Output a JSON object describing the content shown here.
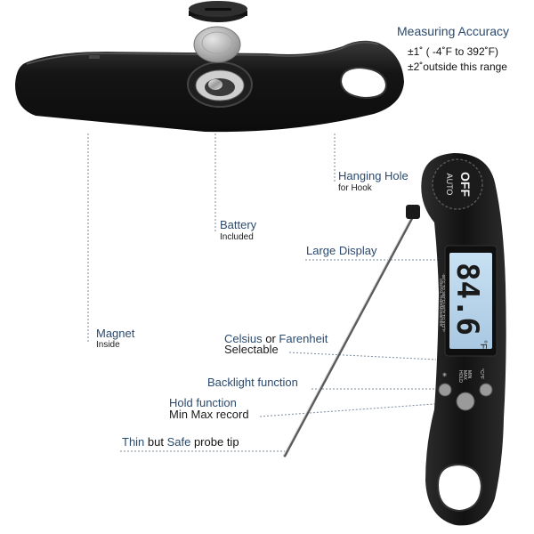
{
  "accuracy": {
    "title": "Measuring Accuracy",
    "line1": "±1˚ ( -4˚F to 392˚F)",
    "line2": "±2˚outside this range"
  },
  "callouts": {
    "hanging_hole": {
      "title": "Hanging Hole",
      "sub": "for Hook"
    },
    "battery": {
      "title": "Battery",
      "sub": "Included"
    },
    "large_display": {
      "title": "Large Display"
    },
    "magnet": {
      "title": "Magnet",
      "sub": "Inside"
    },
    "celsius": {
      "part1": "Celsius",
      "part2": " or ",
      "part3": "Farenheit",
      "sub": "Selectable"
    },
    "backlight": {
      "title": "Backlight function"
    },
    "hold": {
      "title": "Hold function",
      "sub": "Min Max record"
    },
    "probe": {
      "part1": "Thin",
      "part2": " but ",
      "part3": "Safe",
      "part4": " probe tip"
    }
  },
  "device": {
    "auto_off_line1": "AUTO",
    "auto_off_line2": "OFF",
    "reading": "84.6",
    "unit": "°F",
    "range_text": "-58°C TO 300°C/-58°F TO 572°F",
    "brand_text": "DIGITAL THERMOMETER",
    "btn_labels": [
      "HOLD",
      "MAX",
      "MIN"
    ],
    "btn_unit": "°C/°F"
  },
  "colors": {
    "label_blue": "#2b4a6e",
    "device_body": "#1a1a1a",
    "lcd": "#bcd6ea",
    "leader_line": "#7a8a99"
  }
}
